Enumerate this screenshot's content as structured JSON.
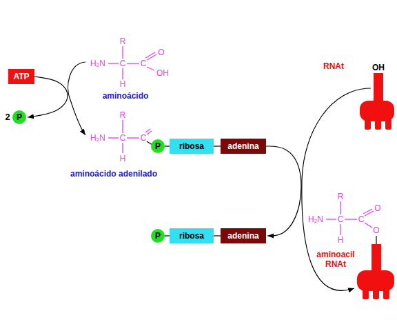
{
  "diagram": {
    "nodes": [
      {
        "text": [
          "ATP"
        ]
      },
      {
        "text": [
          "P"
        ]
      },
      {
        "text": [
          "P"
        ]
      },
      {
        "text": [
          "ribosa"
        ]
      },
      {
        "text": [
          "adenina"
        ]
      },
      {
        "text": [
          "P"
        ]
      },
      {
        "text": [
          "ribosa"
        ]
      },
      {
        "text": [
          "adenina"
        ]
      }
    ],
    "edges": [
      {
        "from": 0,
        "to": 1,
        "arrow": "to"
      },
      {
        "from": 2,
        "to": 3,
        "arrow": "none"
      },
      {
        "from": 3,
        "to": 4,
        "arrow": "none"
      },
      {
        "from": 4,
        "to": 7,
        "arrow": "to"
      },
      {
        "from": 5,
        "to": 6,
        "arrow": "none"
      },
      {
        "from": 6,
        "to": 7,
        "arrow": "none"
      }
    ],
    "labels": [
      "R",
      "H₂N",
      "C",
      "C",
      "O",
      "OH",
      "H",
      "aminoácido",
      "RNAt",
      "OH",
      "2",
      "R",
      "H₂N",
      "C",
      "C",
      "H",
      "aminoácido adenilado",
      "R",
      "H₂N",
      "C",
      "C",
      "O",
      "O",
      "H",
      "aminoacil RNAt"
    ]
  }
}
